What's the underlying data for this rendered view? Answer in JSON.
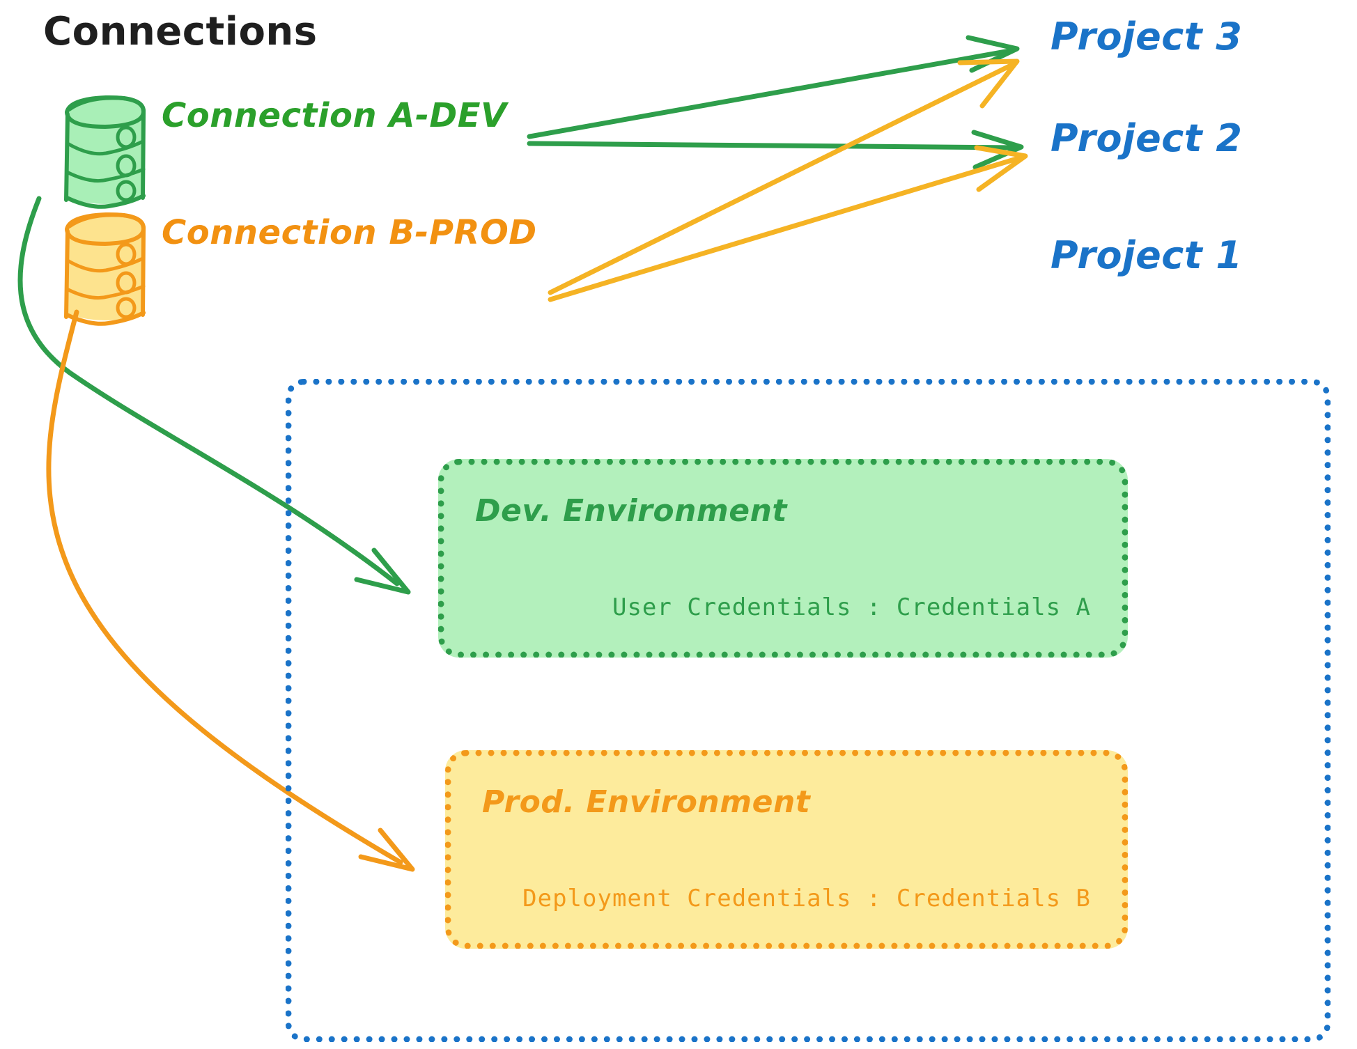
{
  "title": "Connections",
  "colors": {
    "green": "#2ba02b",
    "green_dark": "#2e9e4b",
    "green_fill": "#b3f0bc",
    "orange": "#f29111",
    "orange_dark": "#f3991a",
    "orange_fill": "#fdeb9c",
    "blue": "#1a73c8",
    "text": "#1f1f1f"
  },
  "connections": [
    {
      "id": "a-dev",
      "label": "Connection A-DEV",
      "icon": "database-icon",
      "color": "#2ba02b"
    },
    {
      "id": "b-prod",
      "label": "Connection B-PROD",
      "icon": "database-icon",
      "color": "#f29111"
    }
  ],
  "projects": [
    {
      "id": "project-3",
      "label": "Project 3"
    },
    {
      "id": "project-2",
      "label": "Project 2"
    },
    {
      "id": "project-1",
      "label": "Project 1"
    }
  ],
  "project1": {
    "environments": [
      {
        "id": "dev",
        "title": "Dev. Environment",
        "credentials": "User Credentials : Credentials A"
      },
      {
        "id": "prod",
        "title": "Prod. Environment",
        "credentials": "Deployment Credentials : Credentials B"
      }
    ]
  },
  "edges": [
    {
      "from": "a-dev",
      "to": "project-3",
      "color": "#2ba02b"
    },
    {
      "from": "a-dev",
      "to": "project-2",
      "color": "#2ba02b"
    },
    {
      "from": "a-dev",
      "to": "dev",
      "color": "#2ba02b"
    },
    {
      "from": "b-prod",
      "to": "project-3",
      "color": "#f5b324"
    },
    {
      "from": "b-prod",
      "to": "project-2",
      "color": "#f5b324"
    },
    {
      "from": "b-prod",
      "to": "prod",
      "color": "#f3991a"
    }
  ]
}
